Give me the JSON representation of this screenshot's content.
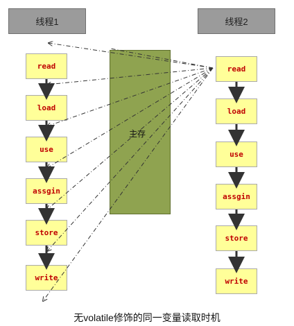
{
  "thread1": {
    "title": "线程1",
    "ops": [
      "read",
      "load",
      "use",
      "assgin",
      "store",
      "write"
    ]
  },
  "thread2": {
    "title": "线程2",
    "ops": [
      "read",
      "load",
      "use",
      "assgin",
      "store",
      "write"
    ]
  },
  "main_memory": {
    "label": "主存"
  },
  "caption": "无volatile修饰的同一变量读取时机",
  "colors": {
    "header_bg": "#9b9b9b",
    "op_bg": "#ffff99",
    "op_text": "#c00000",
    "main_memory_bg": "#8fa350"
  }
}
